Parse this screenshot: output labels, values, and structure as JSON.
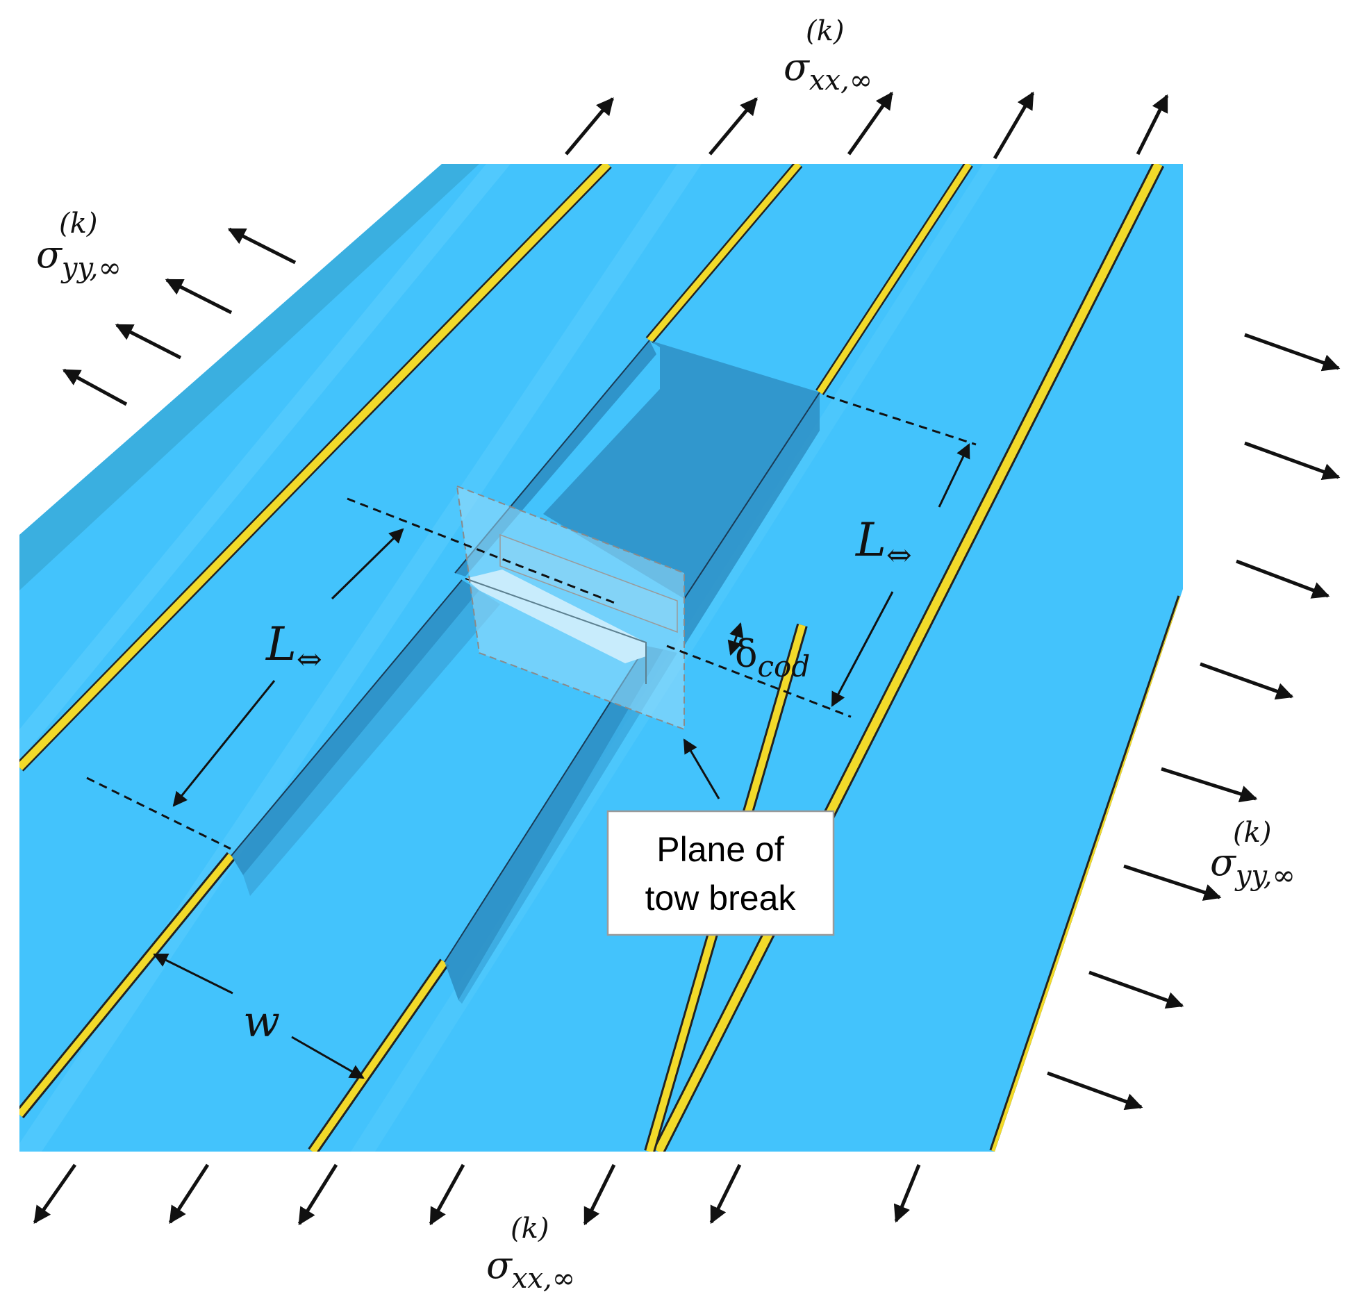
{
  "labels": {
    "sigma_xx_top": {
      "main": "σ",
      "sub": "xx,∞",
      "sup": "(k)"
    },
    "sigma_xx_bottom": {
      "main": "σ",
      "sub": "xx,∞",
      "sup": "(k)"
    },
    "sigma_yy_left": {
      "main": "σ",
      "sub": "yy,∞",
      "sup": "(k)"
    },
    "sigma_yy_right": {
      "main": "σ",
      "sub": "yy,∞",
      "sup": "(k)"
    },
    "length_left": {
      "main": "L",
      "sub": "⇔"
    },
    "length_right": {
      "main": "L",
      "sub": "⇔"
    },
    "crack_opening": {
      "main": "δ",
      "sub": "cod"
    },
    "tow_width": "w"
  },
  "callout": {
    "line1": "Plane of",
    "line2": "tow break"
  },
  "colors": {
    "tow": "#43C3FC",
    "tow_dark": "#2E8FC4",
    "resin_gap": "#F2DA2A",
    "plane": "#9ADCFA",
    "arrow": "#111111",
    "background": "#FFFFFF"
  }
}
